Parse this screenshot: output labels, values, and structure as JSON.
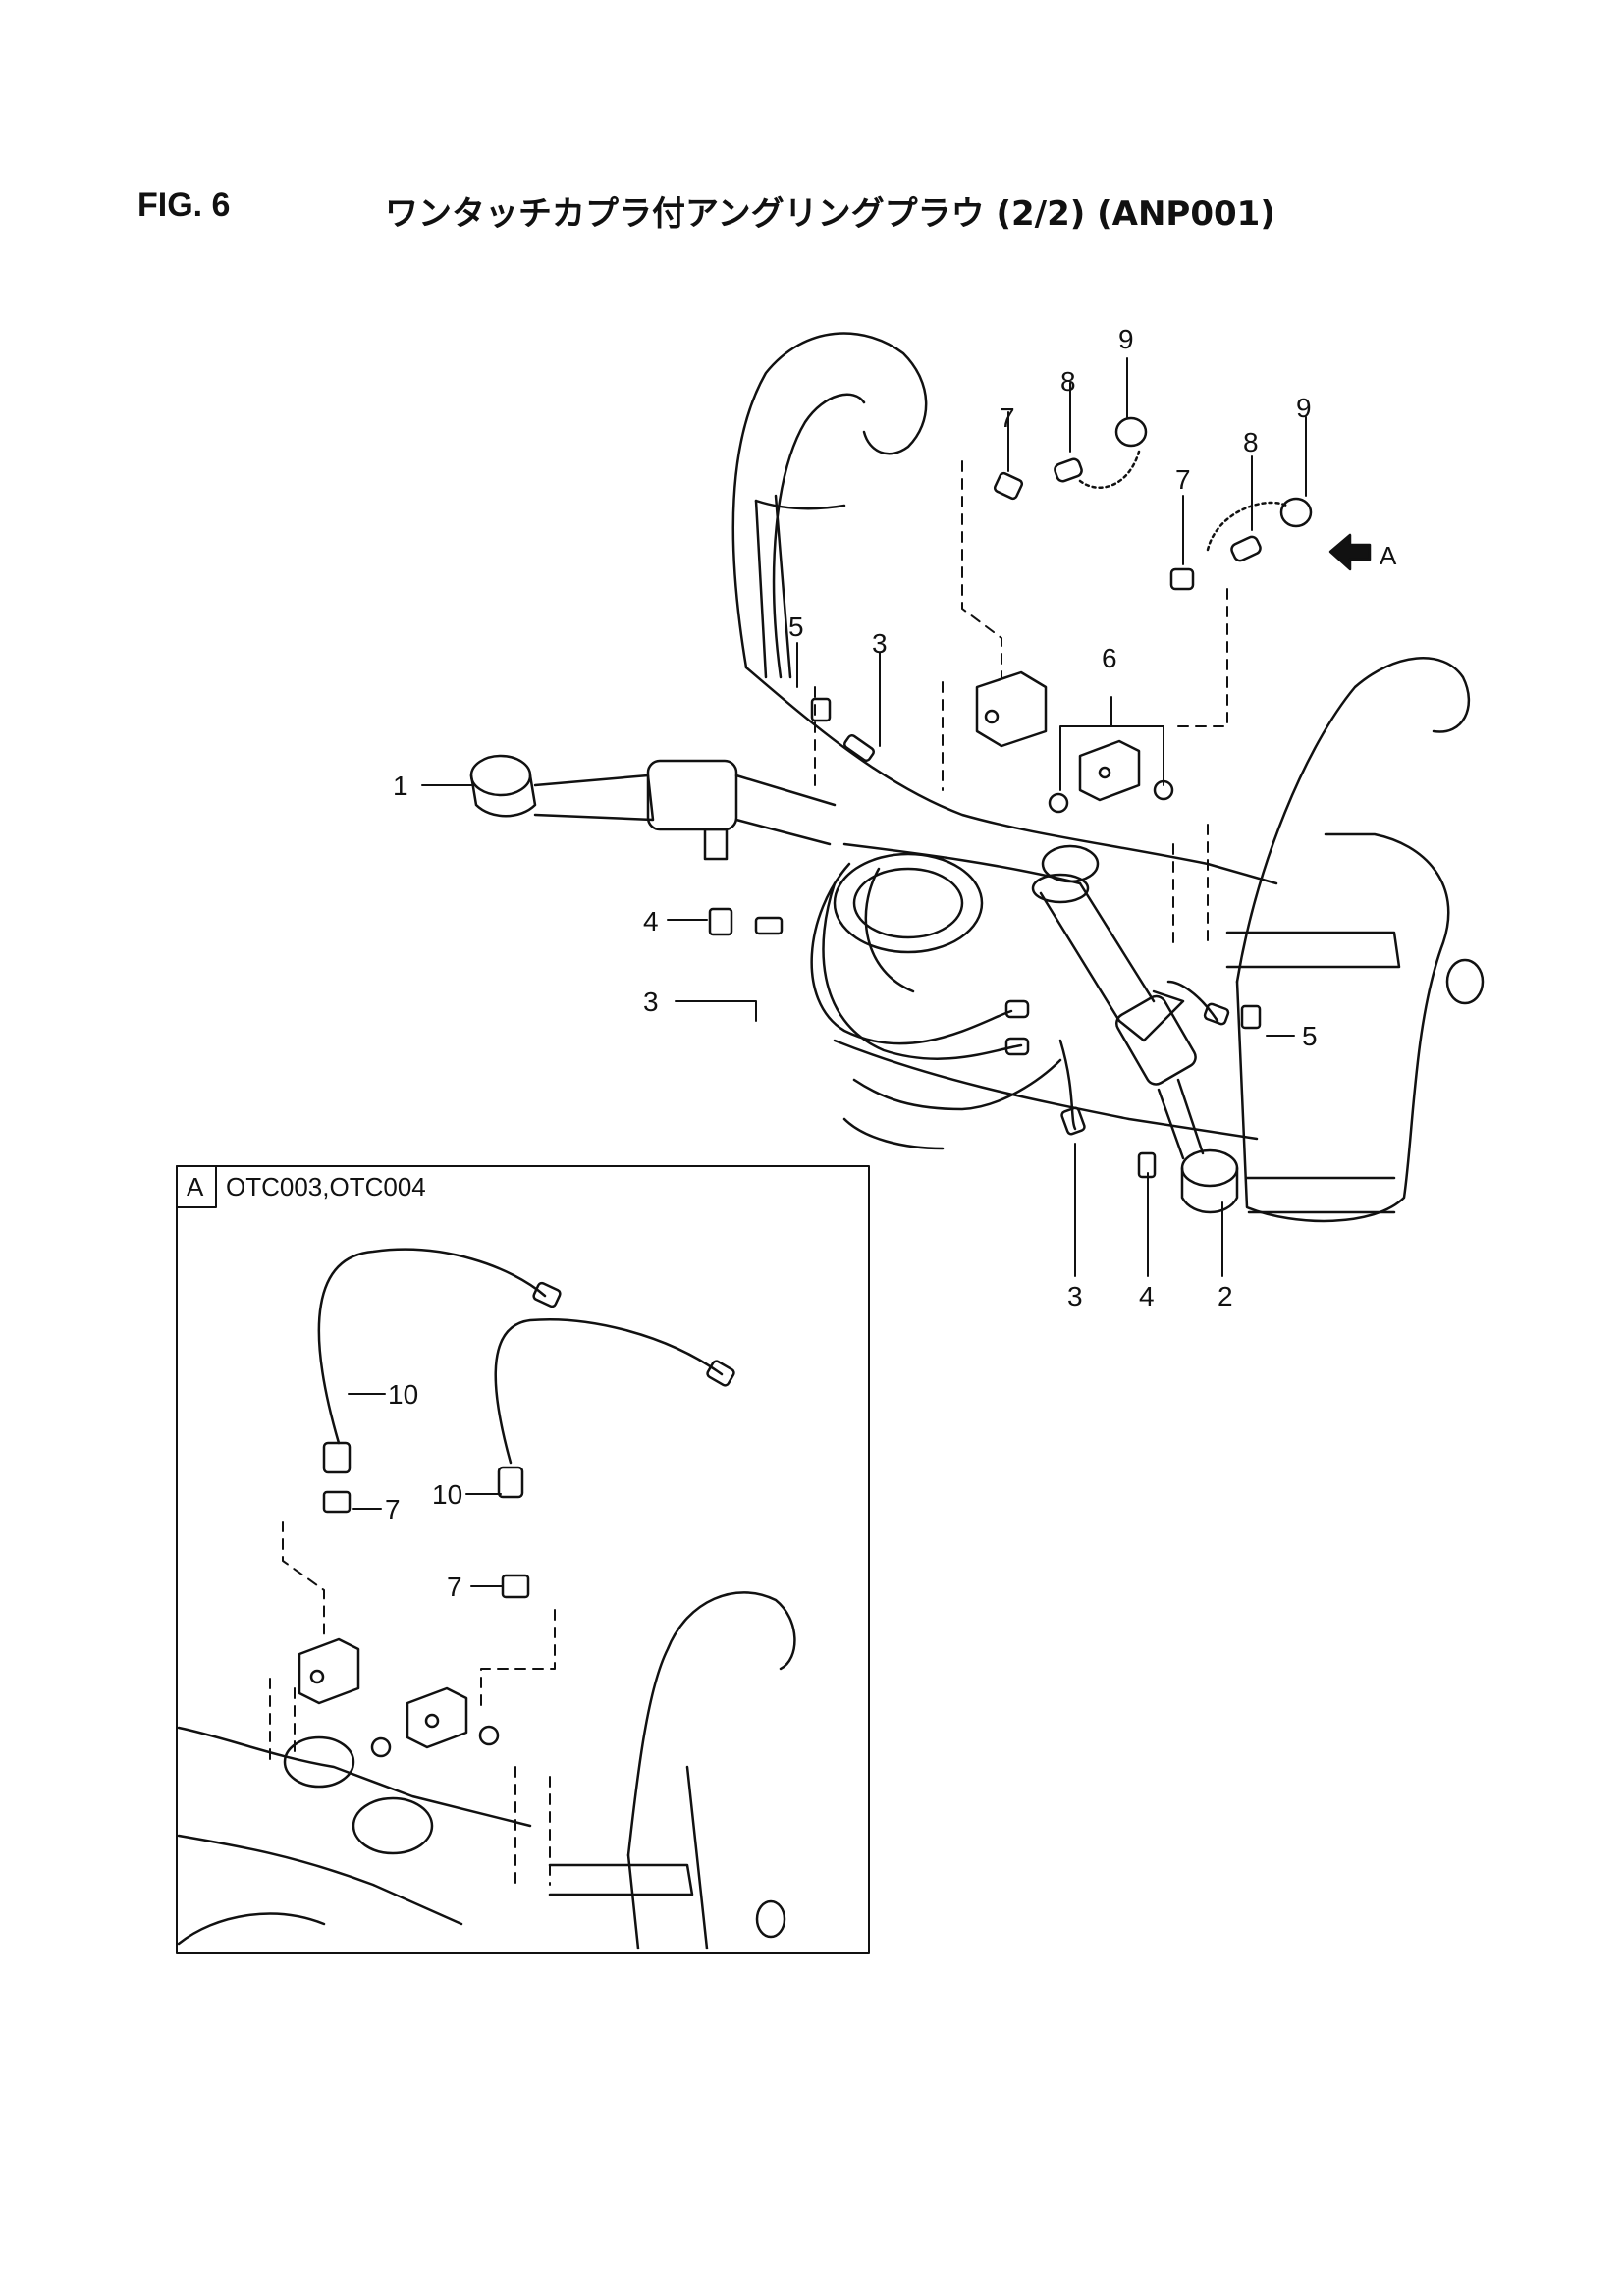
{
  "header": {
    "figure": "FIG. 6",
    "title": "ワンタッチカプラ付アングリングプラウ (2/2) (ANP001)"
  },
  "main_diagram": {
    "callouts": [
      {
        "id": "c1",
        "text": "1"
      },
      {
        "id": "c2",
        "text": "2"
      },
      {
        "id": "c3a",
        "text": "3"
      },
      {
        "id": "c3b",
        "text": "3"
      },
      {
        "id": "c3c",
        "text": "3"
      },
      {
        "id": "c4a",
        "text": "4"
      },
      {
        "id": "c4b",
        "text": "4"
      },
      {
        "id": "c5a",
        "text": "5"
      },
      {
        "id": "c5b",
        "text": "5"
      },
      {
        "id": "c6",
        "text": "6"
      },
      {
        "id": "c7a",
        "text": "7"
      },
      {
        "id": "c7b",
        "text": "7"
      },
      {
        "id": "c8a",
        "text": "8"
      },
      {
        "id": "c8b",
        "text": "8"
      },
      {
        "id": "c9a",
        "text": "9"
      },
      {
        "id": "c9b",
        "text": "9"
      }
    ],
    "view_arrow_label": "A"
  },
  "inset": {
    "view_letter": "A",
    "models": "OTC003,OTC004",
    "callouts": [
      {
        "id": "i10a",
        "text": "10"
      },
      {
        "id": "i10b",
        "text": "10"
      },
      {
        "id": "i7a",
        "text": "7"
      },
      {
        "id": "i7b",
        "text": "7"
      }
    ]
  }
}
